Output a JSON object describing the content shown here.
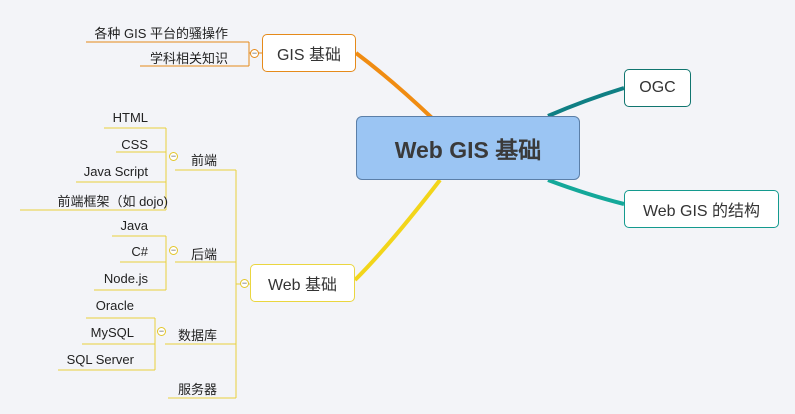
{
  "root": {
    "label": "Web GIS 基础"
  },
  "branches": {
    "gis_basics": {
      "label": "GIS 基础",
      "children": [
        "各种 GIS 平台的骚操作",
        "学科相关知识"
      ]
    },
    "ogc": {
      "label": "OGC"
    },
    "web_gis_structure": {
      "label": "Web GIS 的结构"
    },
    "web_basics": {
      "label": "Web 基础",
      "frontend": {
        "label": "前端",
        "children": [
          "HTML",
          "CSS",
          "Java Script",
          "前端框架（如 dojo)"
        ]
      },
      "backend": {
        "label": "后端",
        "children": [
          "Java",
          "C#",
          "Node.js"
        ]
      },
      "database": {
        "label": "数据库",
        "children": [
          "Oracle",
          "MySQL",
          "SQL Server"
        ]
      },
      "server": {
        "label": "服务器"
      }
    }
  },
  "colors": {
    "root_fill": "#9bc5f3",
    "branch_orange": "#f08c12",
    "branch_teal": "#0f7f84",
    "branch_green": "#14a89a",
    "branch_yellow": "#f2d51a",
    "background": "#f3f4f8"
  }
}
